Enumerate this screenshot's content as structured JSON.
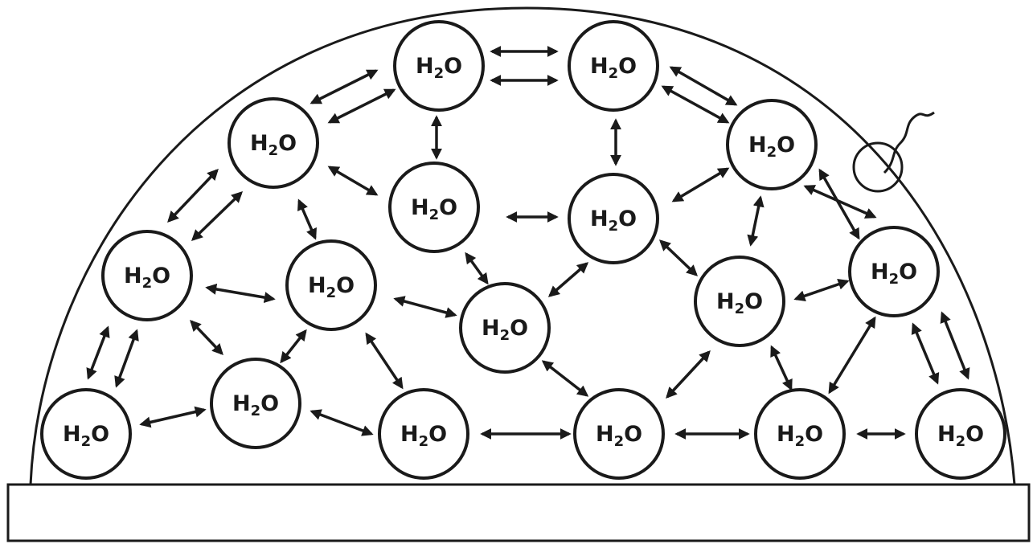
{
  "molecule": {
    "symbol": "H",
    "subscript": "2",
    "tail": "O"
  },
  "colors": {
    "ink": "#1a1a1a",
    "background": "#ffffff"
  },
  "icons": {
    "droplet_outline": "dome-outline",
    "surface": "substrate-slab",
    "escaping_molecule": "squiggle-line"
  }
}
